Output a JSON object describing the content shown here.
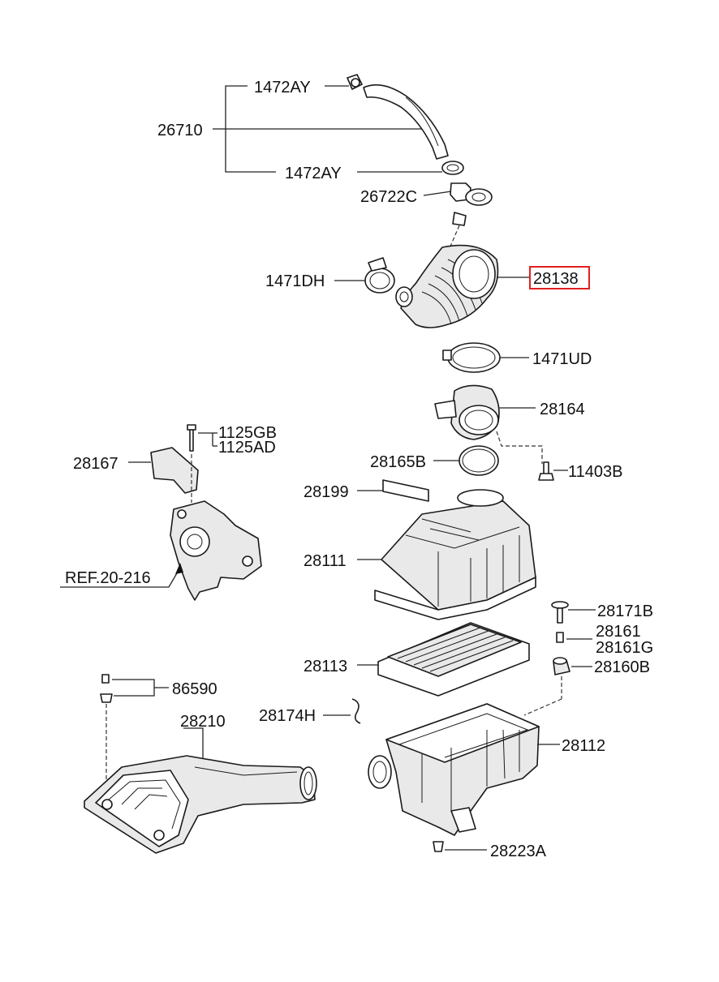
{
  "labels": {
    "hose_clamp_upper": "1472AY",
    "breather_hose": "26710",
    "hose_clamp_lower": "1472AY",
    "nipple": "26722C",
    "clamp_hose_left": "1471DH",
    "intake_hose": "28138",
    "clamp_upper_ud": "1471UD",
    "sensor": "28164",
    "gasket": "28165B",
    "bolt_sensor": "11403B",
    "bolt_gb": "1125GB",
    "bolt_ad": "1125AD",
    "bracket": "28167",
    "ref": "REF.20-216",
    "label_plate": "28199",
    "cover": "28111",
    "grommet_top": "28171B",
    "insulator_a": "28161",
    "insulator_b": "28161G",
    "insulator_c": "28160B",
    "filter_element": "28113",
    "screw": "86590",
    "duct": "28210",
    "clip": "28174H",
    "body": "28112",
    "bolt_bottom": "28223A"
  },
  "highlight": {
    "target": "28138",
    "color": "#e02020"
  }
}
